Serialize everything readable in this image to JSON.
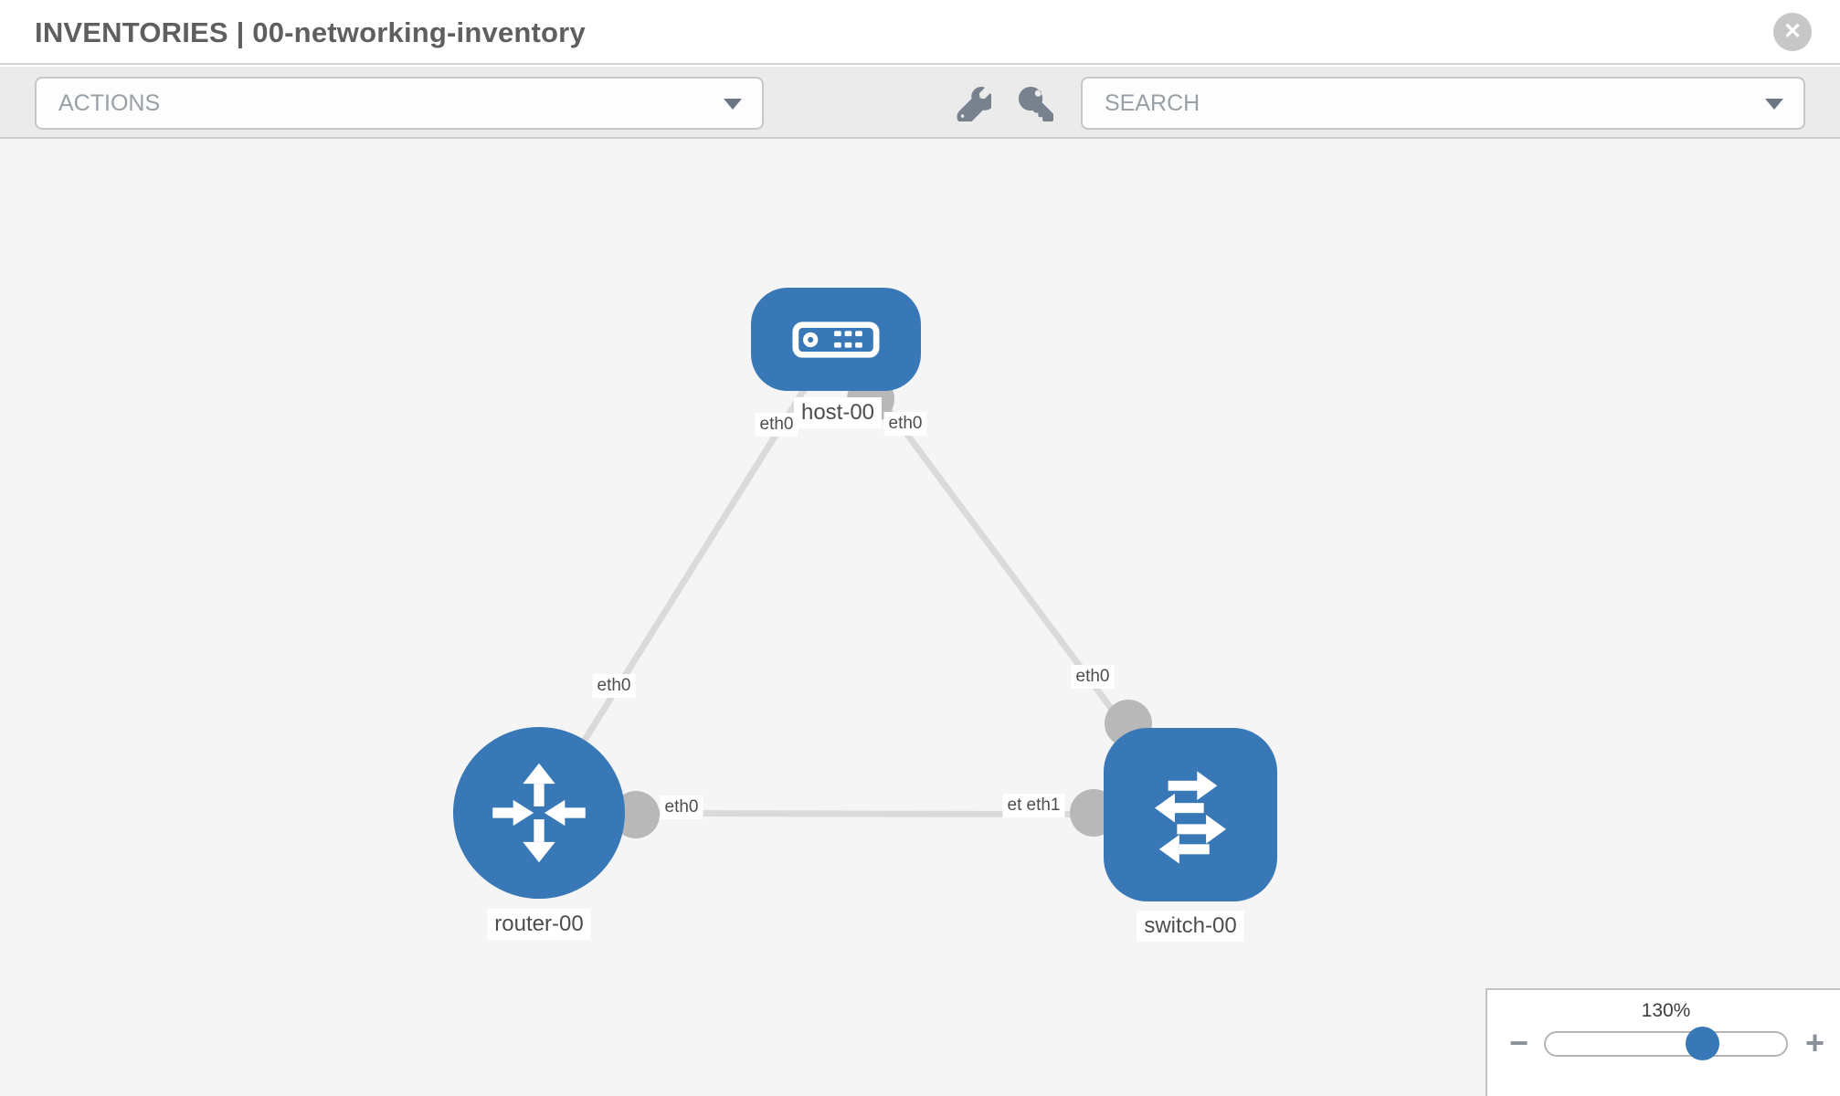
{
  "header": {
    "title": "INVENTORIES | 00-networking-inventory",
    "close_glyph": "✕"
  },
  "toolbar": {
    "actions_placeholder": "ACTIONS",
    "search_placeholder": "SEARCH"
  },
  "canvas": {
    "nodes": [
      {
        "name": "host-00",
        "type": "host"
      },
      {
        "name": "router-00",
        "type": "router"
      },
      {
        "name": "switch-00",
        "type": "switch"
      }
    ],
    "links": [
      {
        "source": "host-00",
        "source_interface": "eth0",
        "target": "router-00",
        "target_interface": "eth0"
      },
      {
        "source": "host-00",
        "source_interface": "eth0",
        "target": "switch-00",
        "target_interface": "eth0"
      },
      {
        "source": "router-00",
        "source_interface": "eth0",
        "target": "switch-00",
        "target_interface": "eth1",
        "target_interface_overlapped": "eth0"
      }
    ]
  },
  "zoom_control": {
    "level": "130%",
    "minus_glyph": "−",
    "plus_glyph": "+"
  },
  "colors": {
    "node_blue": "#3878b6",
    "link_gray": "#dadada",
    "port_dot_gray": "#b8b8b8",
    "canvas_bg": "#f5f5f5",
    "toolbar_bg": "#ebebeb"
  }
}
